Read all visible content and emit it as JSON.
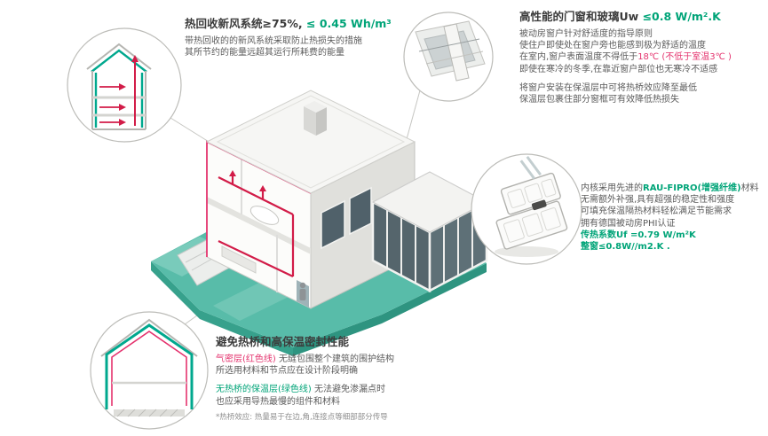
{
  "colors": {
    "accent_green": "#00A478",
    "accent_red": "#E4336E",
    "platform_teal": "#58BCA9",
    "duct_red": "#D21C48",
    "text_dark": "#3B3B3B",
    "text_gray": "#5B5B5B"
  },
  "sections": {
    "hrv": {
      "title_main": "热回收新风系统≥75%,",
      "title_value": " ≤ 0.45 Wh/m³",
      "lines": [
        "带热回收的的新风系统采取防止热损失的措施",
        "其所节约的能量远超其运行所耗费的能量"
      ]
    },
    "window": {
      "title_main": "高性能的门窗和玻璃Uw ",
      "title_value": "≤0.8 W/m².K",
      "para1_l1": "被动房窗户针对舒适度的指导原则",
      "para1_l2": "使住户即使处在窗户旁也能感到极为舒适的温度",
      "para1_l3_a": "在室内,窗户表面温度不得低于",
      "para1_l3_b": "18℃",
      "para1_l3_c": " (不低于室温3℃ )",
      "para1_l4": "即使在寒冷的冬季,在靠近窗户部位也无寒冷不适感",
      "para2_l1": "将窗户安装在保温层中可将热桥效应降至最低",
      "para2_l2": "保温层包裹住部分窗框可有效降低热损失"
    },
    "profile": {
      "l1_a": "内核采用先进的",
      "l1_b": "RAU-FIPRO(增强纤维)",
      "l1_c": "材料",
      "lines": [
        "无需额外补强,具有超强的稳定性和强度",
        "可填充保温隔热材料轻松满足节能需求",
        "拥有德国被动房PHI认证"
      ],
      "stat1": "传热系数Uf =0.79 W/m²K",
      "stat2": "整窗≤0.8W//m2.K ."
    },
    "thermal": {
      "title": "避免热桥和高保温密封性能",
      "airtight_label": "气密层(红色线)",
      "airtight_text": " 无缝包围整个建筑的围护结构",
      "l2": "所选用材料和节点应在设计阶段明确",
      "insulation_label": "无热桥的保温层(绿色线)",
      "insulation_text": " 无法避免渗漏点时",
      "l4": "也应采用导热最慢的组件和材料",
      "footnote": "*热桥效应: 热量易于在边,角,连接点等细部部分传导"
    }
  }
}
